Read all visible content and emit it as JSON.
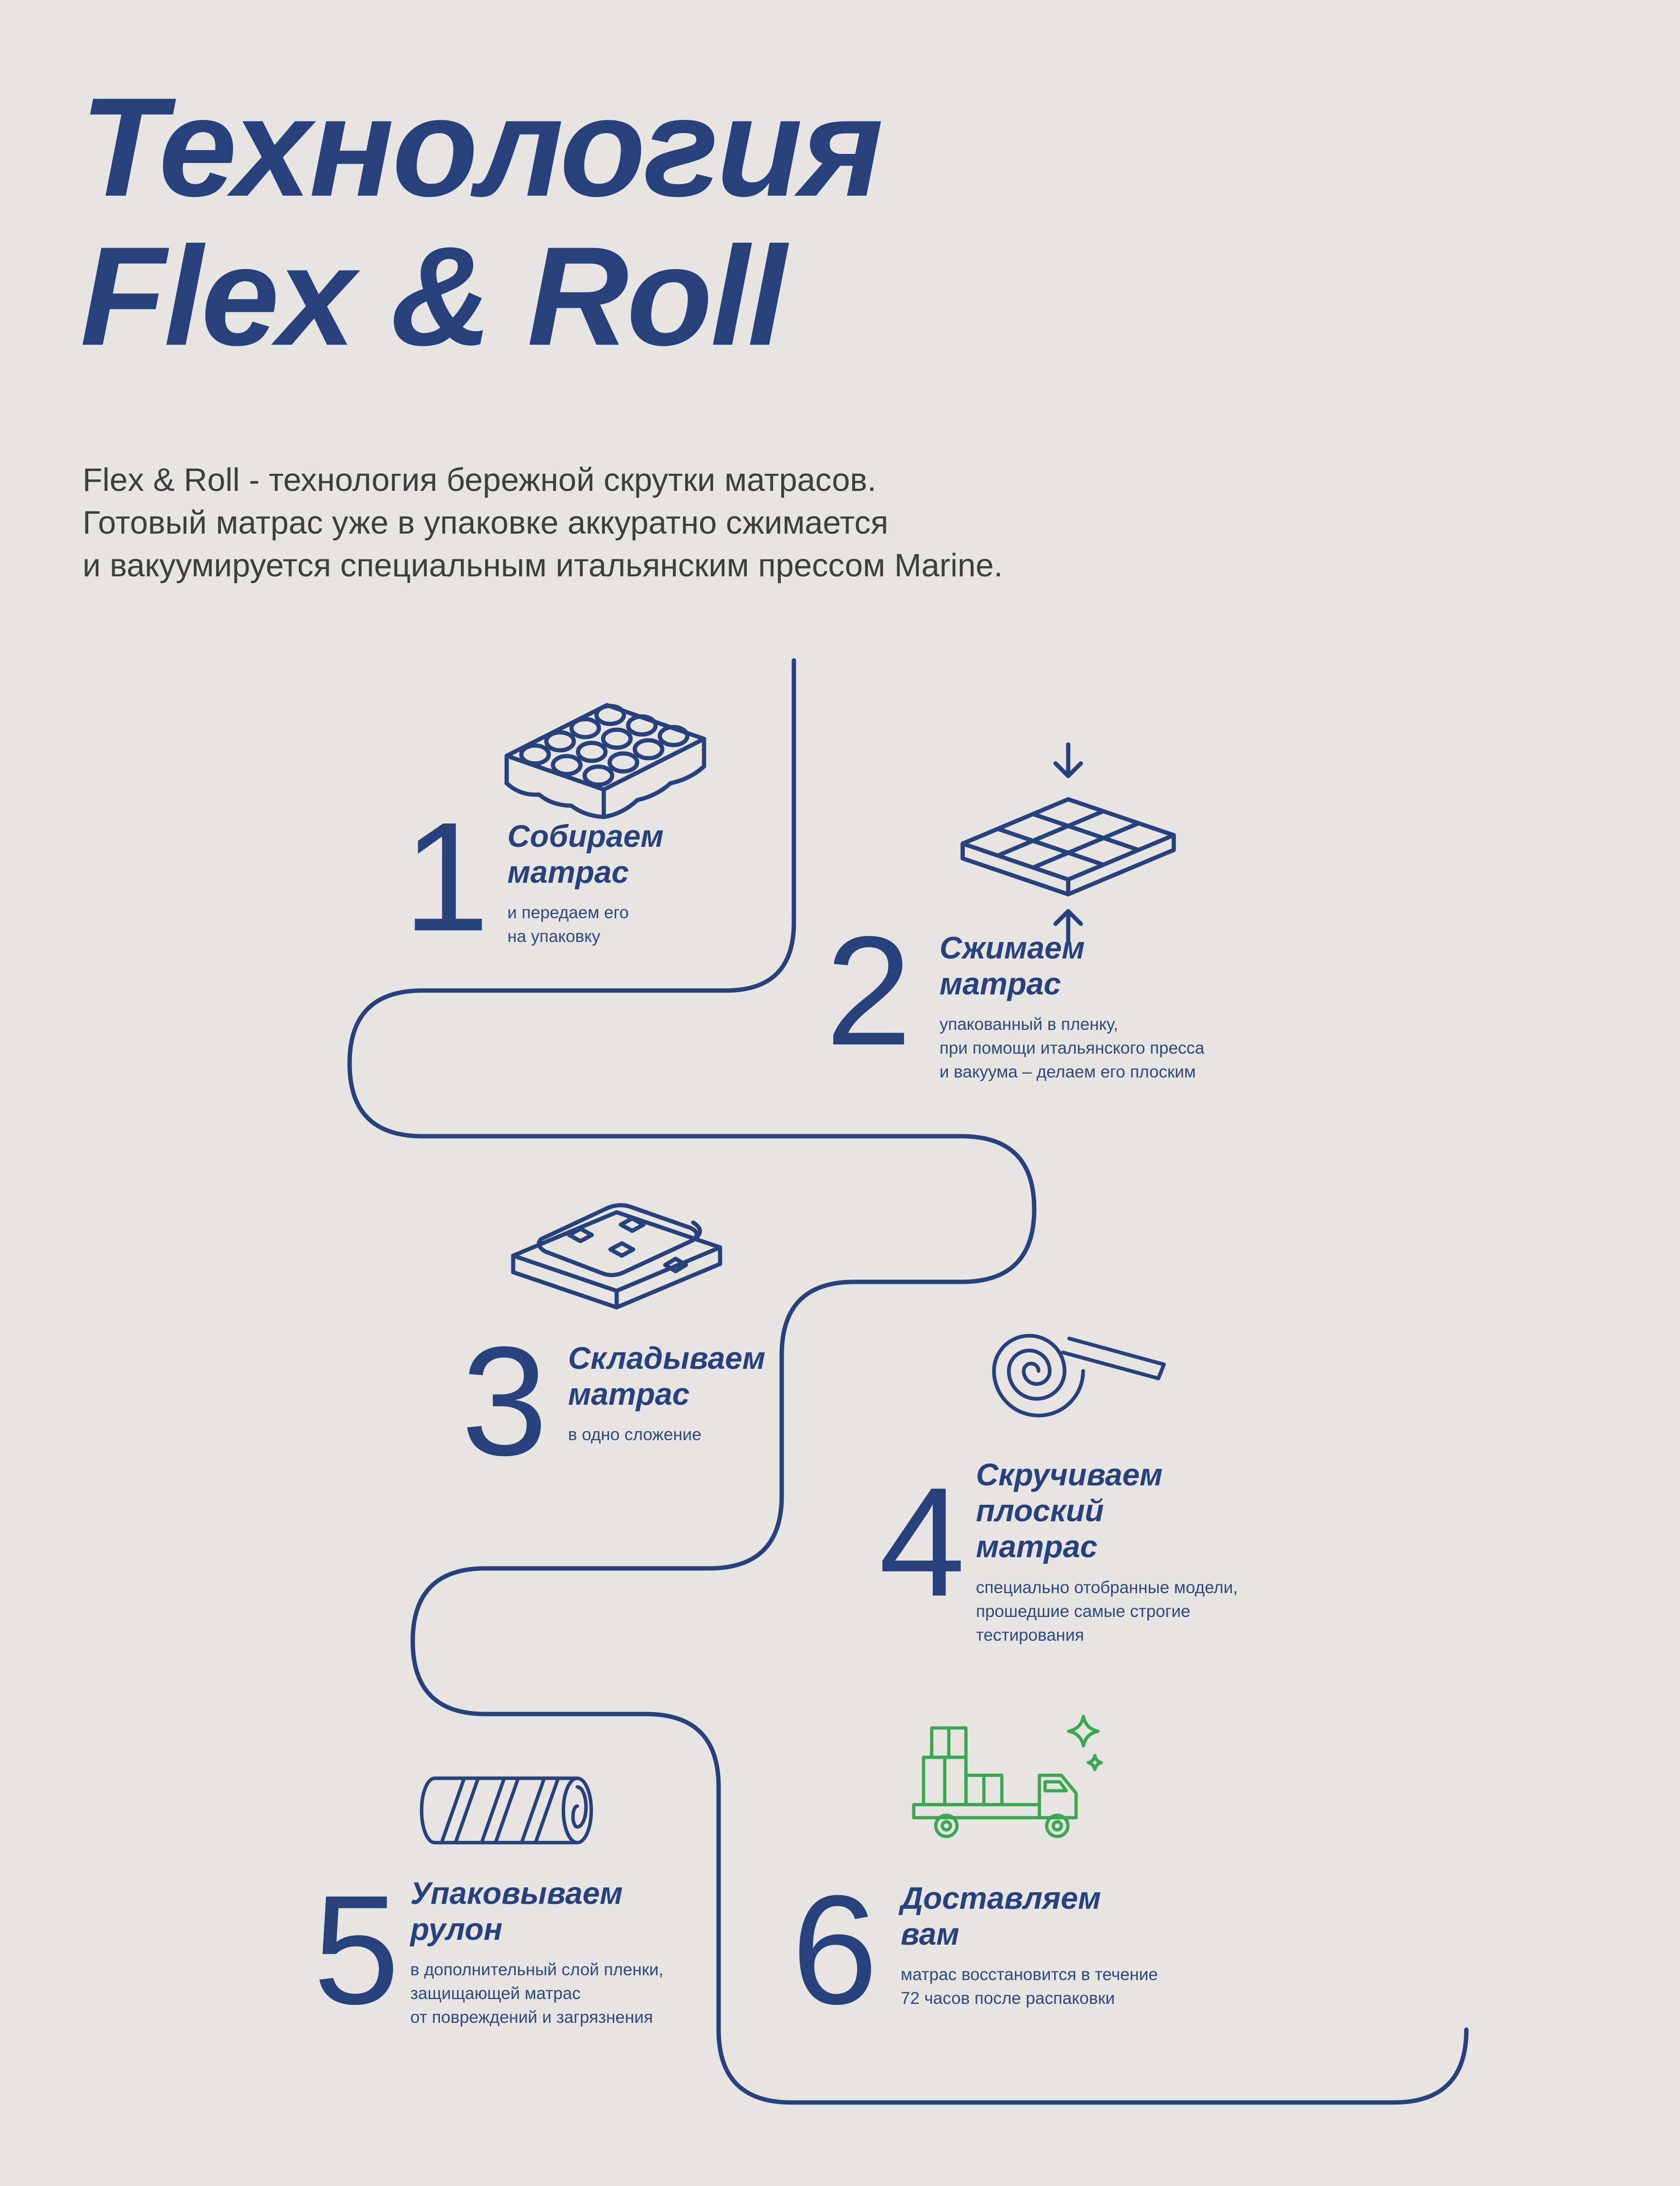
{
  "canvas": {
    "background_color": "#e6e5e2",
    "accent_color": "#26417c",
    "body_text_color": "#3e3e3e",
    "truck_color": "#3aa850"
  },
  "header": {
    "title": "Технология\nFlex & Roll",
    "subtitle": "Flex & Roll - технология бережной скрутки матрасов.\nГотовый матрас уже в упаковке аккуратно сжимается\nи вакуумируется специальным итальянским прессом Marine."
  },
  "steps": [
    {
      "number": "1",
      "title": "Собираем\nматрас",
      "description": "и передаем его\nна упаковку",
      "icon": "spring-mattress-icon"
    },
    {
      "number": "2",
      "title": "Сжимаем\nматрас",
      "description": "упакованный в пленку,\nпри помощи итальянского пресса\nи вакуума – делаем его плоским",
      "icon": "press-mattress-icon"
    },
    {
      "number": "3",
      "title": "Складываем\nматрас",
      "description": "в одно сложение",
      "icon": "folded-mattress-icon"
    },
    {
      "number": "4",
      "title": "Скручиваем\nплоский\nматрас",
      "description": "специально отобранные модели,\nпрошедшие самые строгие\nтестирования",
      "icon": "rolled-mattress-icon"
    },
    {
      "number": "5",
      "title": "Упаковываем\nрулон",
      "description": "в дополнительный слой пленки,\nзащищающей матрас\nот повреждений и загрязнения",
      "icon": "wrapped-roll-icon"
    },
    {
      "number": "6",
      "title": "Доставляем\nвам",
      "description": "матрас восстановится в течение\n72 часов после распаковки",
      "icon": "delivery-truck-icon"
    }
  ]
}
